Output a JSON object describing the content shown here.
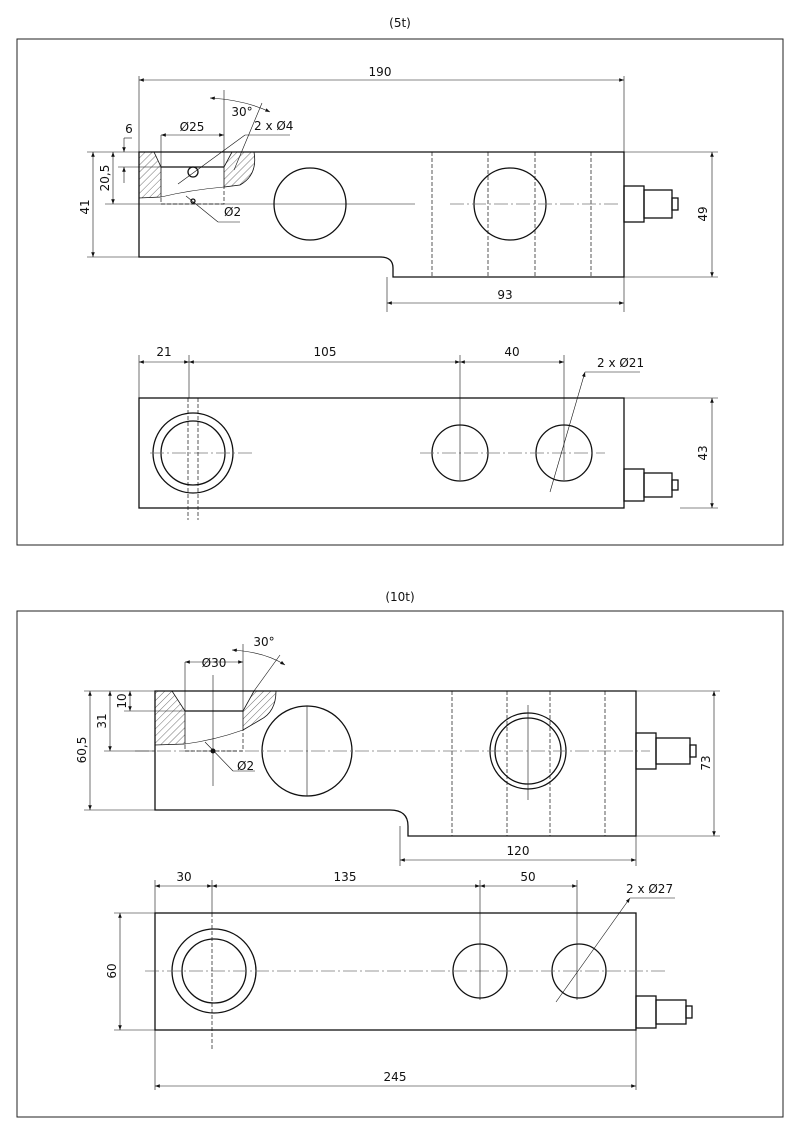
{
  "panels": [
    {
      "title": "(5t)",
      "dims": {
        "total_length": "190",
        "angle": "30°",
        "counterbore": "Ø25",
        "holes": "2 x Ø4",
        "depth_top": "6",
        "depth": "20,5",
        "height_left": "41",
        "pin": "Ø2",
        "height_right": "49",
        "right_len": "93",
        "top_a": "21",
        "top_b": "105",
        "top_c": "40",
        "width": "43",
        "bolt_holes": "2 x Ø21"
      }
    },
    {
      "title": "(10t)",
      "dims": {
        "angle": "30°",
        "counterbore": "Ø30",
        "depth_top": "10",
        "depth": "31",
        "height_left": "60,5",
        "pin": "Ø2",
        "height_right": "73",
        "right_len": "120",
        "top_a": "30",
        "top_b": "135",
        "top_c": "50",
        "width": "60",
        "total_length": "245",
        "bolt_holes": "2 x Ø27"
      }
    }
  ]
}
